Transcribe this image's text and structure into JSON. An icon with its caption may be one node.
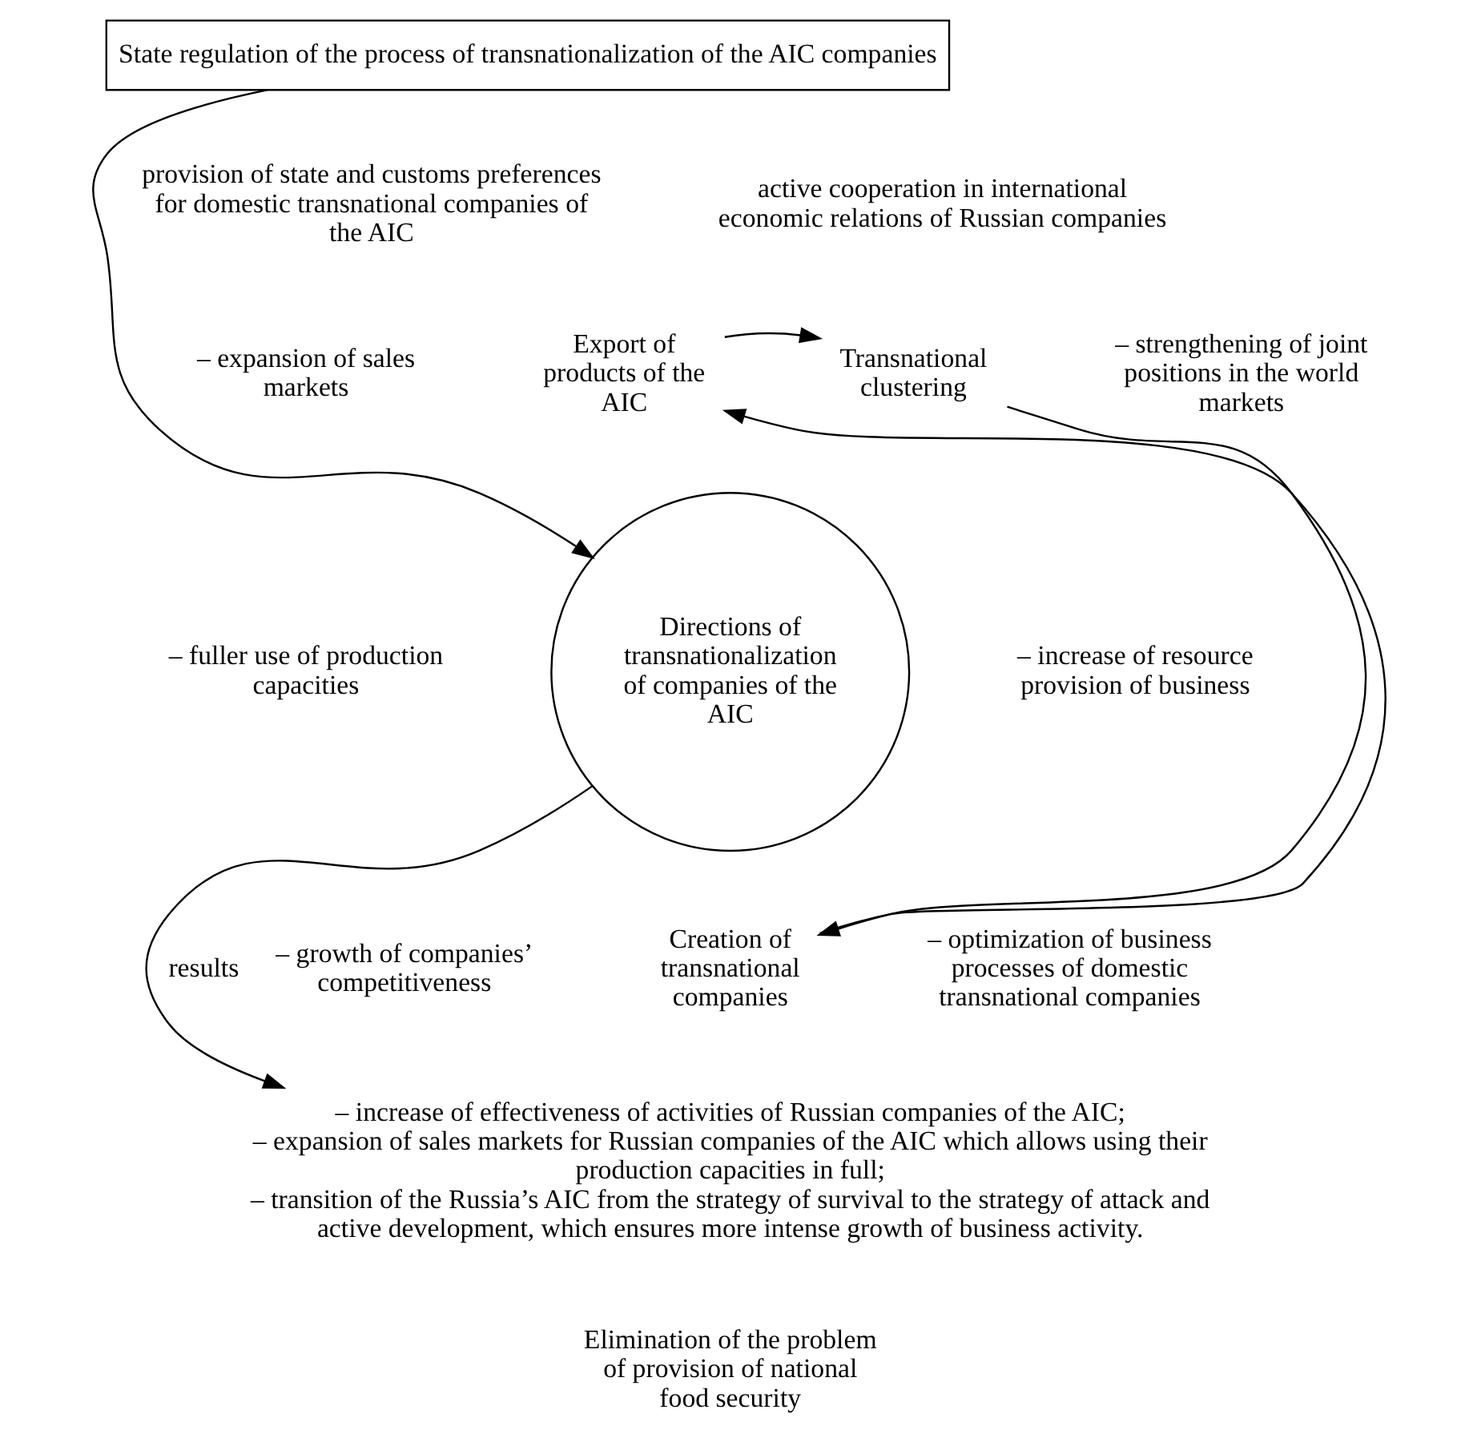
{
  "diagram": {
    "nodes": [
      {
        "text": [
          "State regulation of the process of transnationalization of the AIC companies"
        ]
      },
      {
        "text": [
          "Export of products of the AIC"
        ]
      },
      {
        "text": [
          "Transnational clustering"
        ]
      },
      {
        "text": [
          "Directions of transnationalization of companies of the AIC"
        ]
      },
      {
        "text": [
          "Creation of transnational companies"
        ]
      },
      {
        "text": [
          "– increase of effectiveness of activities of Russian companies of the AIC;",
          "– expansion of sales markets for Russian companies of the AIC which allows using their production capacities in full;",
          "– transition of the Russia’s AIC from the strategy of survival to the strategy of attack and active development, which ensures more intense growth of business activity."
        ]
      }
    ],
    "edges": [
      {
        "from": 0,
        "to": 3,
        "arrow": "to"
      },
      {
        "from": 1,
        "to": 2,
        "arrow": "to"
      },
      {
        "from": 2,
        "to": 4,
        "arrow": "to"
      },
      {
        "from": 4,
        "to": 1,
        "arrow": "to"
      },
      {
        "from": 3,
        "to": 5,
        "arrow": "to",
        "label": "results"
      }
    ],
    "labels": [
      "provision of state and customs preferences for domestic transnational companies of the AIC",
      "active cooperation in international economic relations of Russian companies",
      "– expansion of sales markets",
      "– strengthening of joint positions in the world markets",
      "– fuller use of production capacities",
      "– increase of resource provision of business",
      "– growth of companies’ competitiveness",
      "– optimization of business processes of domestic transnational companies",
      "Elimination of the problem of provision of national food security"
    ]
  }
}
